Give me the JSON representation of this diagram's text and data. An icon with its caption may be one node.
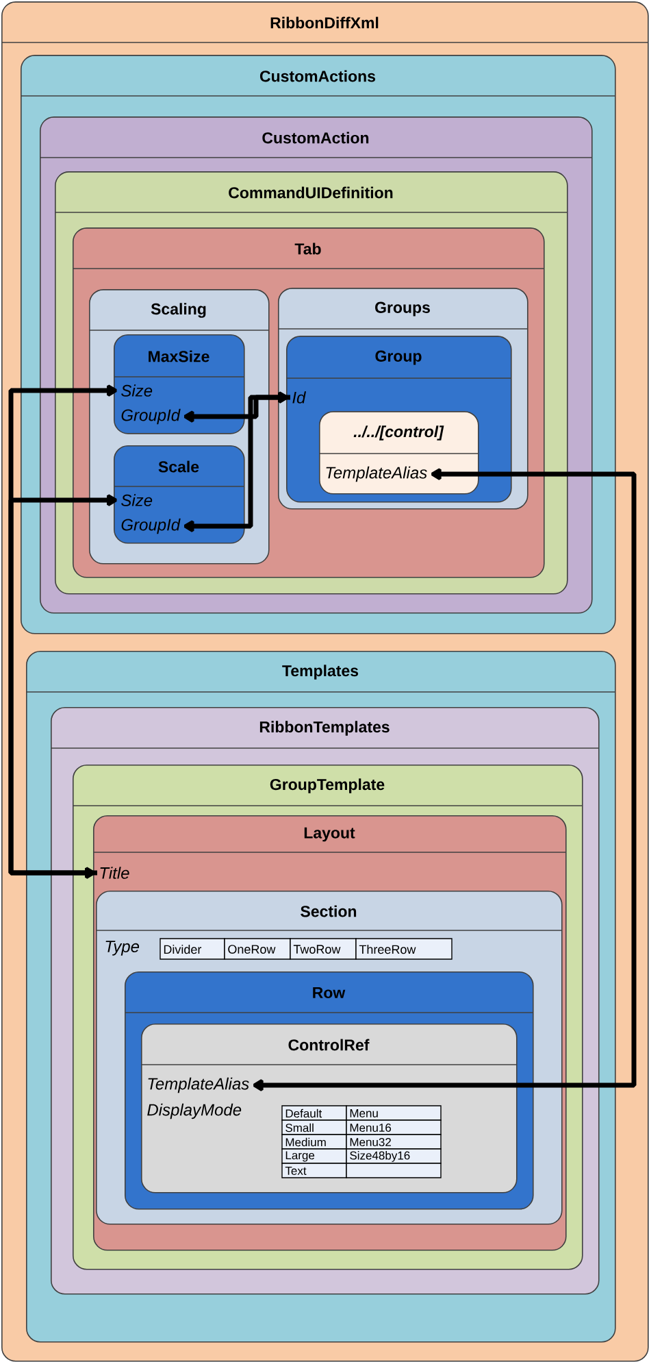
{
  "diagram": {
    "nodes": [
      {
        "text": [
          "RibbonDiffXml"
        ]
      },
      {
        "text": [
          "CustomActions"
        ],
        "in": 0
      },
      {
        "text": [
          "CustomAction"
        ],
        "in": 1
      },
      {
        "text": [
          "CommandUIDefinition"
        ],
        "in": 2
      },
      {
        "text": [
          "Tab"
        ],
        "in": 3
      },
      {
        "text": [
          "Scaling"
        ],
        "in": 4
      },
      {
        "text": [
          "MaxSize"
        ],
        "in": 5
      },
      {
        "text": [
          "Size"
        ],
        "in": 6
      },
      {
        "text": [
          "GroupId"
        ],
        "in": 6
      },
      {
        "text": [
          "Scale"
        ],
        "in": 5
      },
      {
        "text": [
          "Size"
        ],
        "in": 9
      },
      {
        "text": [
          "GroupId"
        ],
        "in": 9
      },
      {
        "text": [
          "Groups"
        ],
        "in": 4
      },
      {
        "text": [
          "Group"
        ],
        "in": 12
      },
      {
        "text": [
          "Id"
        ],
        "in": 13
      },
      {
        "text": [
          "../../[control]"
        ],
        "in": 13
      },
      {
        "text": [
          "TemplateAlias"
        ],
        "in": 15
      },
      {
        "text": [
          "Templates"
        ],
        "in": 0
      },
      {
        "text": [
          "RibbonTemplates"
        ],
        "in": 17
      },
      {
        "text": [
          "GroupTemplate"
        ],
        "in": 18
      },
      {
        "text": [
          "Layout"
        ],
        "in": 19
      },
      {
        "text": [
          "Title"
        ],
        "in": 20
      },
      {
        "text": [
          "Section",
          "Type"
        ],
        "in": 20
      },
      {
        "text": [
          "Row"
        ],
        "in": 22
      },
      {
        "text": [
          "ControlRef",
          "DisplayMode"
        ],
        "in": 23
      },
      {
        "text": [
          "TemplateAlias"
        ],
        "in": 24
      }
    ],
    "edges": [
      {
        "from": 21,
        "to": 7,
        "arrow": "both"
      },
      {
        "from": 21,
        "to": 10,
        "arrow": "to"
      },
      {
        "from": 8,
        "to": 14,
        "arrow": "both"
      },
      {
        "from": 14,
        "to": 11,
        "arrow": "to"
      },
      {
        "from": 16,
        "to": 25,
        "arrow": "both"
      }
    ],
    "labels": [
      "Divider",
      "OneRow",
      "TwoRow",
      "ThreeRow",
      "Default",
      "Menu",
      "Small",
      "Menu16",
      "Medium",
      "Menu32",
      "Large",
      "Size48by16",
      "Text"
    ]
  }
}
